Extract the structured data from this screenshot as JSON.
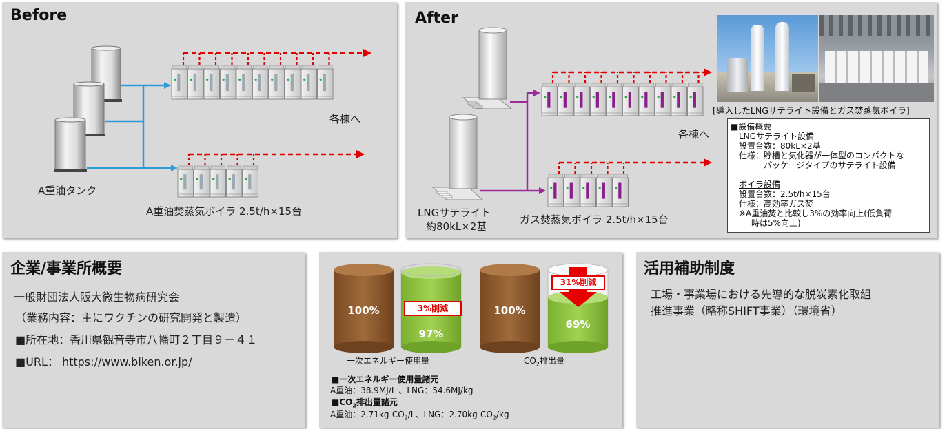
{
  "before": {
    "title": "Before",
    "tank_label": "A重油タンク",
    "boiler_label": "A重油焚蒸気ボイラ 2.5t/h×15台",
    "dest_label": "各棟へ"
  },
  "after": {
    "title": "After",
    "lng_label_1": "LNGサテライト",
    "lng_label_2": "約80kL×2基",
    "boiler_label": "ガス焚蒸気ボイラ 2.5t/h×15台",
    "dest_label": "各棟へ",
    "photo_caption": "[導入したLNGサテライト設備とガス焚蒸気ボイラ]",
    "spec": {
      "heading": "■設備概要",
      "lng_title": "LNGサテライト設備",
      "lng_count": "設置台数：80kL×2基",
      "lng_spec_1": "仕様：貯槽と気化器が一体型のコンパクトな",
      "lng_spec_2": "パッケージタイプのサテライト設備",
      "boiler_title": "ボイラ設備",
      "boiler_count": "設置台数：2.5t/h×15台",
      "boiler_spec": "仕様：高効率ガス焚",
      "note_1": "※A重油焚と比較し3%の効率向上(低負荷",
      "note_2": "時は5%向上)"
    }
  },
  "company": {
    "title": "企業/事業所概要",
    "name": "一般財団法人阪大微生物病研究会",
    "business": "（業務内容：主にワクチンの研究開発と製造）",
    "address": "■所在地：香川県観音寺市八幡町２丁目９－４１",
    "url": "■URL： https://www.biken.or.jp/"
  },
  "comparison": {
    "energy": {
      "label": "一次エネルギー使用量",
      "before": "100%",
      "after": "97%",
      "reduction": "3%削減"
    },
    "co2": {
      "label_prefix": "CO",
      "label_sub": "2",
      "label_suffix": "排出量",
      "before": "100%",
      "after": "69%",
      "reduction": "31%削減"
    },
    "factors": {
      "energy_heading": "■一次エネルギー使用量諸元",
      "energy_values": "A重油：38.9MJ/L 、LNG：54.6MJ/kg",
      "co2_heading_prefix": "■CO",
      "co2_heading_sub": "2",
      "co2_heading_suffix": "排出量諸元",
      "co2_values_1": "A重油：2.71kg-CO",
      "co2_values_sub1": "2",
      "co2_values_2": "/L、LNG：2.70kg-CO",
      "co2_values_sub2": "2",
      "co2_values_3": "/kg"
    }
  },
  "subsidy": {
    "title": "活用補助制度",
    "line1": "工場・事業場における先導的な脱炭素化取組",
    "line2": "推進事業（略称SHIFT事業）（環境省）"
  },
  "colors": {
    "panel": "#d9d9d9",
    "pipe_blue": "#2e9ad8",
    "pipe_purple": "#9b2a9b",
    "steam_red": "#e00000",
    "cylinder_brown": "#8b5a2b",
    "cylinder_green": "#8ec63f"
  }
}
